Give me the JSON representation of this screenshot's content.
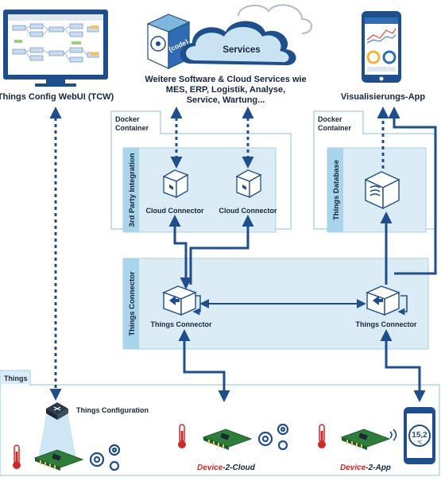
{
  "colors": {
    "navy": "#1f4e8c",
    "panel": "#dcecf6",
    "panel_border": "#a9cfe5",
    "side_bar": "#a8d4ec",
    "chip_green": "#2e7d3a",
    "accent_red": "#cc2b2b"
  },
  "top": {
    "tcw_label": "Things Config WebUI (TCW)",
    "services_cloud_label": "Services",
    "services_desc_1": "Weitere Software & Cloud Services wie",
    "services_desc_2": "MES, ERP, Logistik, Analyse,",
    "services_desc_3": "Service, Wartung...",
    "code_box_label": "{code}",
    "viz_app_label": "Visualisierungs-App"
  },
  "docker_left": {
    "tab_line1": "Docker",
    "tab_line2": "Container",
    "side_label": "3rd Party Integration",
    "connector_1": "Cloud Connector",
    "connector_2": "Cloud Connector"
  },
  "docker_right": {
    "tab_line1": "Docker",
    "tab_line2": "Container",
    "side_label": "Things Database"
  },
  "things_connector": {
    "side_label": "Things Connector",
    "node_1": "Things Connector",
    "node_2": "Things Connector"
  },
  "things": {
    "tab_label": "Things",
    "config_label": "Things Configuration",
    "device_cloud_prefix": "Device",
    "device_cloud_suffix": "-2-Cloud",
    "device_app_prefix": "Device",
    "device_app_suffix": "-2-App",
    "phone_value": "15,2",
    "phone_unit": "°C"
  }
}
